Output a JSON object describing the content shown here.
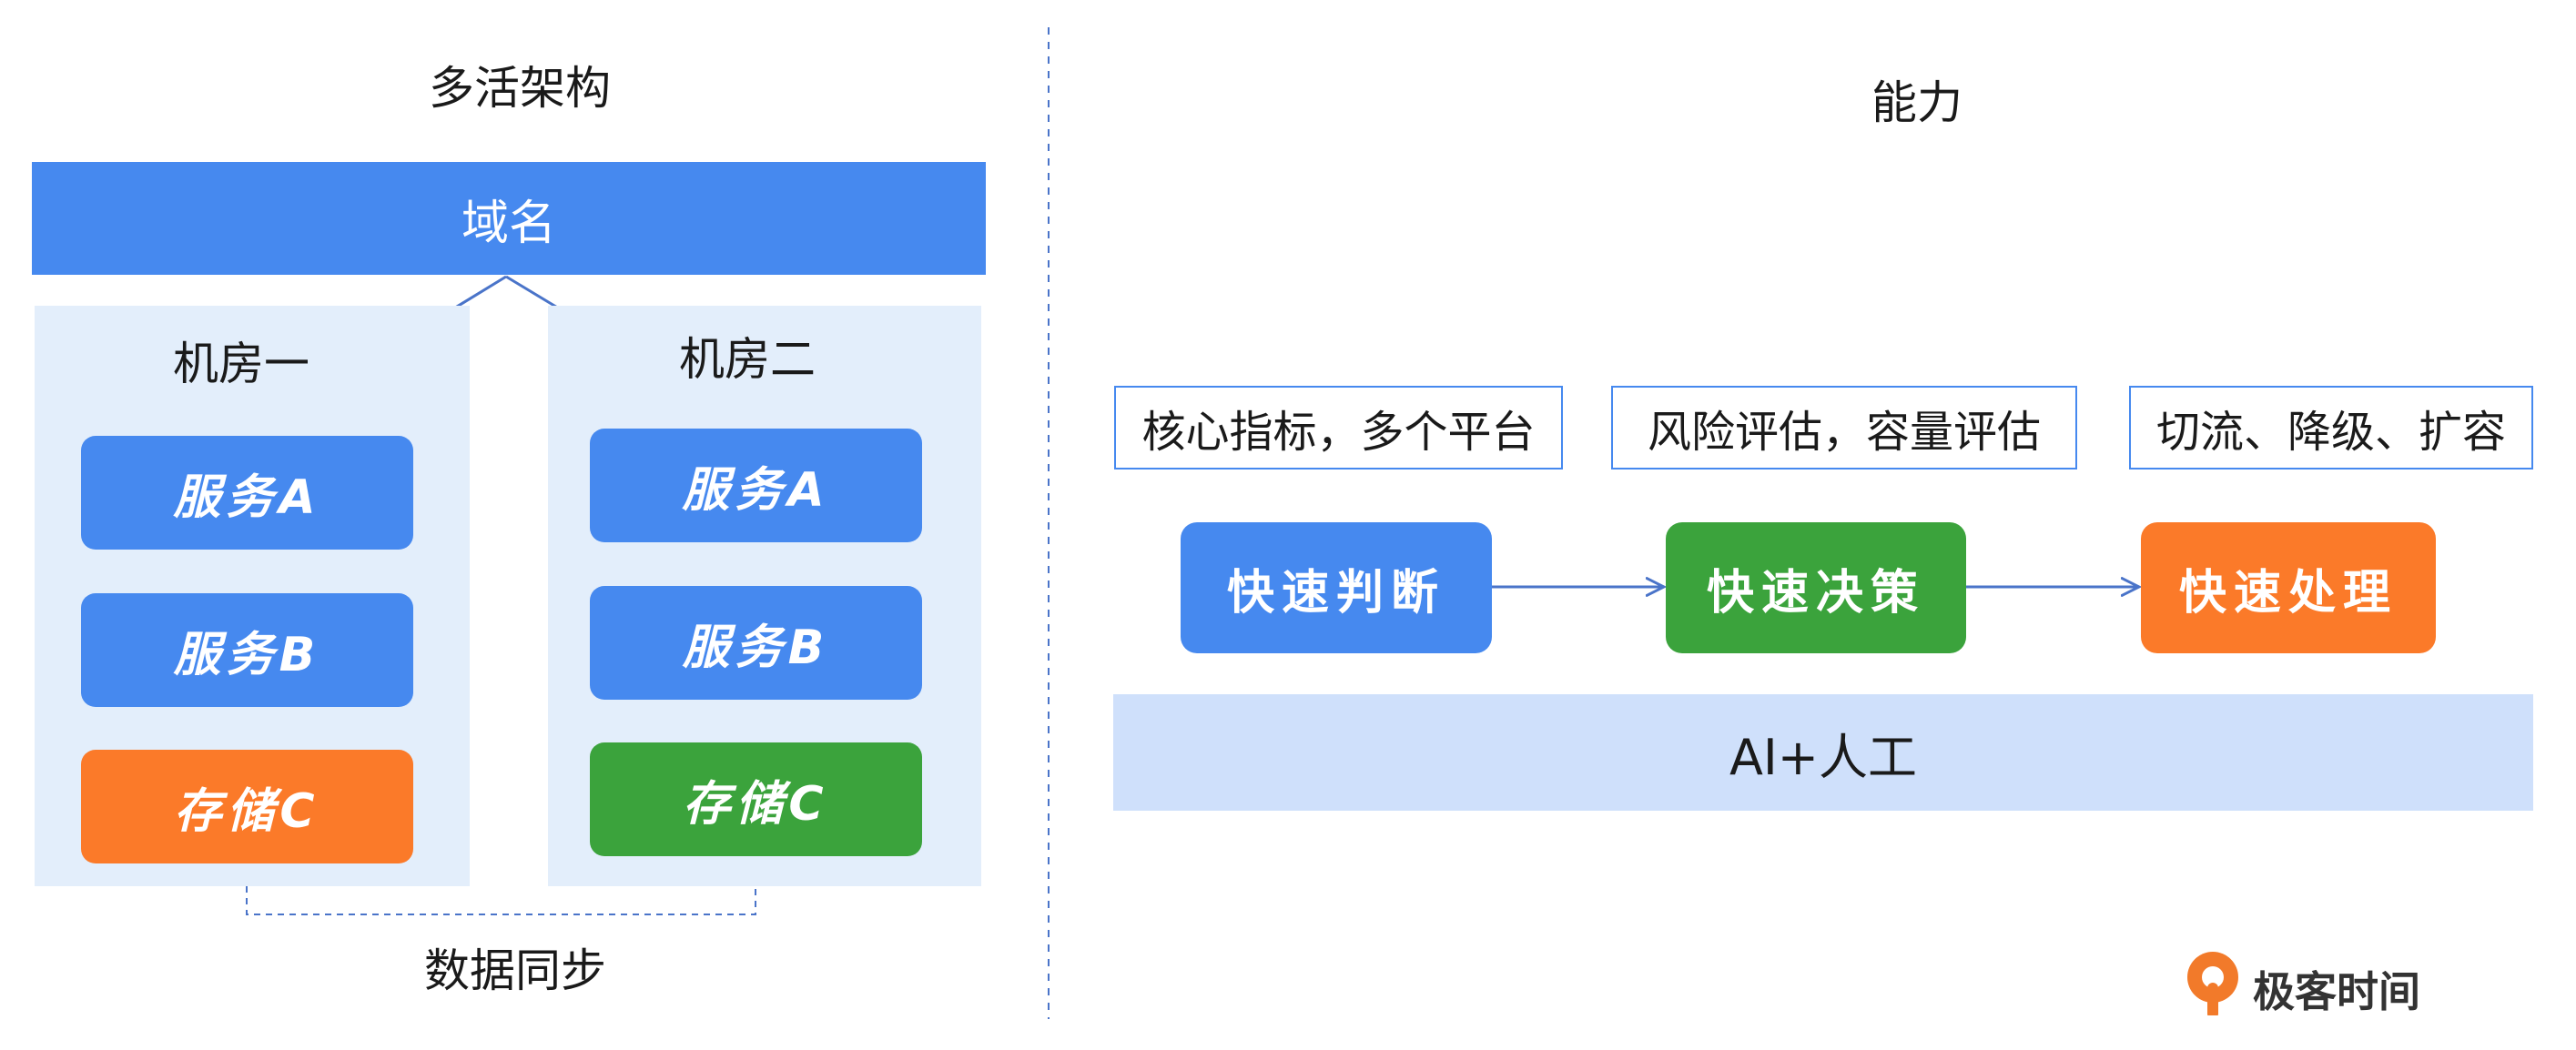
{
  "left": {
    "title": "多活架构",
    "domain_label": "域名",
    "room1": {
      "label": "机房一",
      "services": [
        "服务A",
        "服务B"
      ],
      "storage": "存储C"
    },
    "room2": {
      "label": "机房二",
      "services": [
        "服务A",
        "服务B"
      ],
      "storage": "存储C"
    },
    "sync_label": "数据同步"
  },
  "right": {
    "title": "能力",
    "capabilities": [
      "核心指标，多个平台",
      "风险评估，容量评估",
      "切流、降级、扩容"
    ],
    "steps": [
      {
        "label": "快速判断",
        "color": "#4689ef"
      },
      {
        "label": "快速决策",
        "color": "#3ba33c"
      },
      {
        "label": "快速处理",
        "color": "#fb7a29"
      }
    ],
    "base_label": "AI+人工"
  },
  "brand": {
    "name": "极客时间"
  },
  "colors": {
    "blue": "#4689ef",
    "orange": "#fb7a29",
    "green": "#3ba33c",
    "room_bg": "#e3eefb",
    "base_bg": "#cfe0fb"
  }
}
